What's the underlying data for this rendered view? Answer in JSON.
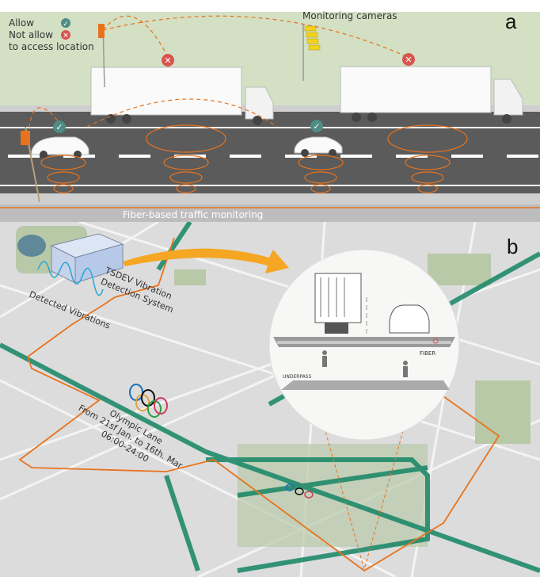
{
  "panel_a": {
    "letter": "a",
    "legend": {
      "allow": "Allow",
      "not_allow_line1": "Not allow",
      "not_allow_line2": "to access location"
    },
    "cameras_label": "Monitoring cameras",
    "fiber_label": "Fiber-based traffic monitoring"
  },
  "panel_b": {
    "letter": "b",
    "system_line1": "TSDEV Vibration",
    "system_line2": "Detection System",
    "vibrations_label": "Detected Vibrations",
    "lane_line1": "Olympic Lane",
    "lane_line2": "From 21sf Jan. to 16th. Mar",
    "lane_line3": "06:00-24:00",
    "inset": {
      "fiber_label": "FIBER",
      "underpass_label": "UNDERPASS"
    }
  },
  "colors": {
    "fiber": "#e8731e",
    "lane": "#1f8a6a",
    "allow": "#4e8c84",
    "deny": "#d9534f",
    "grass": "#d3e0c4",
    "road": "#5b5b5b",
    "map": "#dcdcdc"
  }
}
